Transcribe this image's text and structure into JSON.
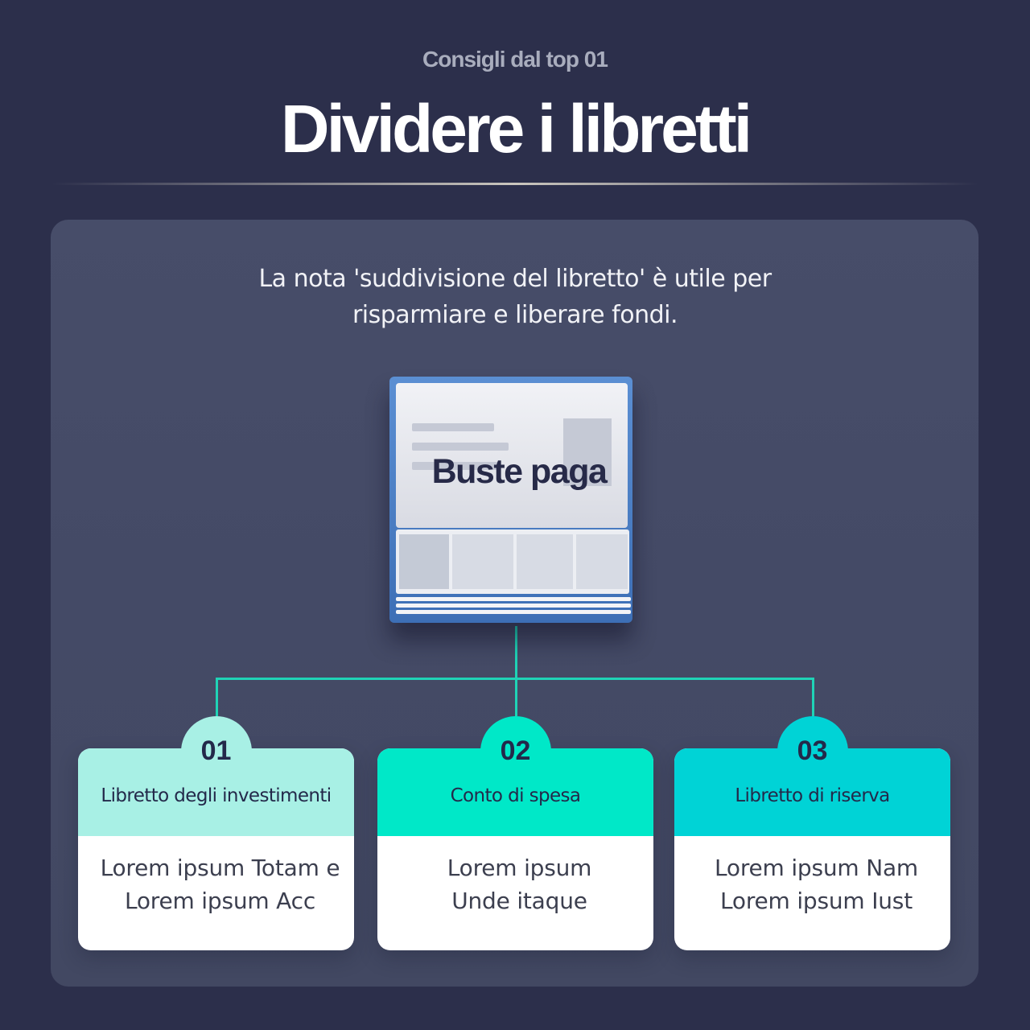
{
  "header": {
    "eyebrow": "Consigli dal top 01",
    "title": "Dividere i libretti"
  },
  "intro": {
    "line1": "La nota 'suddivisione del libretto' è utile per",
    "line2": "risparmiare e liberare fondi."
  },
  "illustration": {
    "label": "Buste paga"
  },
  "colors": {
    "background": "#2c2f4b",
    "panel": "#454b67",
    "connector": "#1fd3b6",
    "card1": "#a8f0e5",
    "card2": "#00e8c8",
    "card3": "#00d3d6"
  },
  "cards": [
    {
      "number": "01",
      "label": "Libretto degli investimenti",
      "line1": "Lorem ipsum Totam e",
      "line2": "Lorem ipsum Acc"
    },
    {
      "number": "02",
      "label": "Conto di spesa",
      "line1": "Lorem ipsum",
      "line2": "Unde itaque"
    },
    {
      "number": "03",
      "label": "Libretto di riserva",
      "line1": "Lorem ipsum Nam",
      "line2": "Lorem ipsum Iust"
    }
  ]
}
